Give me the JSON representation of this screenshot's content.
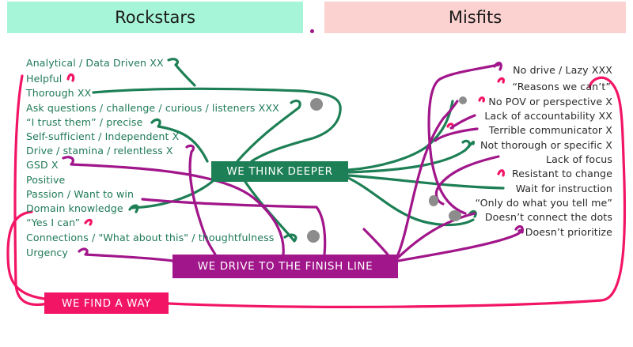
{
  "headers": {
    "left": "Rockstars",
    "right": "Misfits"
  },
  "rockstars": [
    "Analytical / Data Driven XX",
    "Helpful",
    "Thorough XX",
    "Ask questions / challenge / curious / listeners XXX",
    "“I trust them” / precise",
    "Self-sufficient / Independent X",
    "Drive / stamina / relentless X",
    "GSD X",
    "Positive",
    "Passion / Want to win",
    "Domain knowledge",
    "“Yes I can”",
    "Connections / \"What about this\" / thoughtfulness",
    "Urgency"
  ],
  "misfits": [
    "No drive / Lazy XXX",
    "“Reasons we can’t”",
    "No POV or perspective X",
    "Lack of accountability XX",
    "Terrible communicator X",
    "Not thorough or specific X",
    "Lack of focus",
    "Resistant to change",
    "Wait for instruction",
    "“Only do what you tell me”",
    "Doesn’t connect the dots",
    "Doesn’t prioritize"
  ],
  "themes": {
    "deeper": "WE THINK DEEPER",
    "finish": "WE DRIVE TO THE FINISH LINE",
    "way": "WE FIND A WAY"
  },
  "colors": {
    "green": "#1d7f55",
    "purple": "#a1168a",
    "pink": "#f21566",
    "gray": "#8c8c8c"
  }
}
